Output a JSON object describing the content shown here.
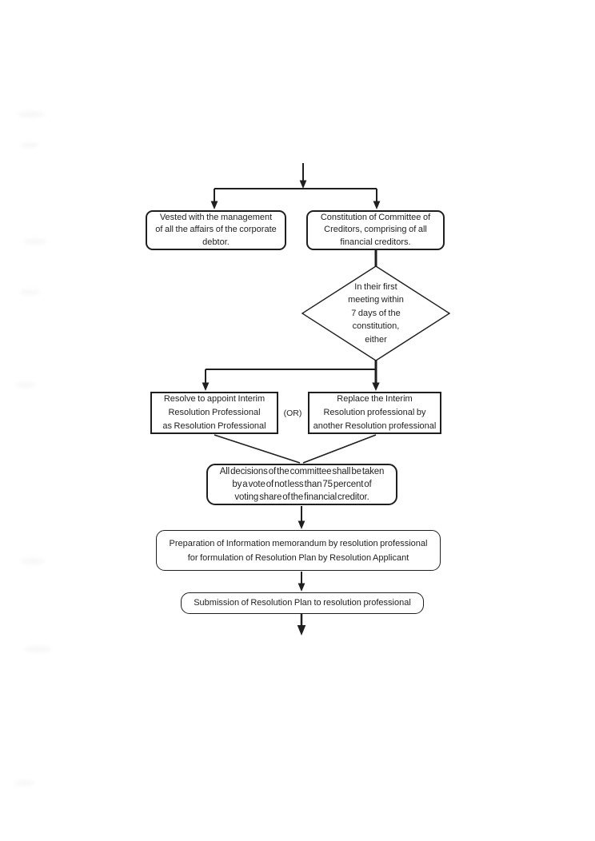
{
  "page": {
    "background_color": "#ffffff",
    "ink_color": "#1f1f1f"
  },
  "flowchart": {
    "nodes": {
      "vested": {
        "shape": "rounded-rect",
        "text": "Vested with the management\nof all the affairs of the corporate\ndebtor."
      },
      "constitution": {
        "shape": "rounded-rect",
        "text": "Constitution of Committee of\nCreditors, comprising of all\nfinancial creditors."
      },
      "first_meeting": {
        "shape": "diamond",
        "text": "In their first\nmeeting within\n7 days of the\nconstitution,\neither"
      },
      "resolve_appoint": {
        "shape": "rect",
        "text": "Resolve to appoint Interim\nResolution Professional\nas Resolution Professional"
      },
      "or_connector": {
        "text": "(OR)"
      },
      "replace_interim": {
        "shape": "rect",
        "text": "Replace the Interim\nResolution professional by\nanother Resolution professional"
      },
      "all_decisions": {
        "shape": "rounded-rect",
        "text": "All decisions of the committee shall be taken\nby a vote of not less than 75 percent of\nvoting share of the financial creditor."
      },
      "preparation": {
        "shape": "rounded-rect",
        "text": "Preparation of Information memorandum by resolution professional\nfor formulation of Resolution Plan by Resolution Applicant"
      },
      "submission": {
        "shape": "rounded-rect",
        "text": "Submission of Resolution Plan to resolution professional"
      }
    }
  }
}
